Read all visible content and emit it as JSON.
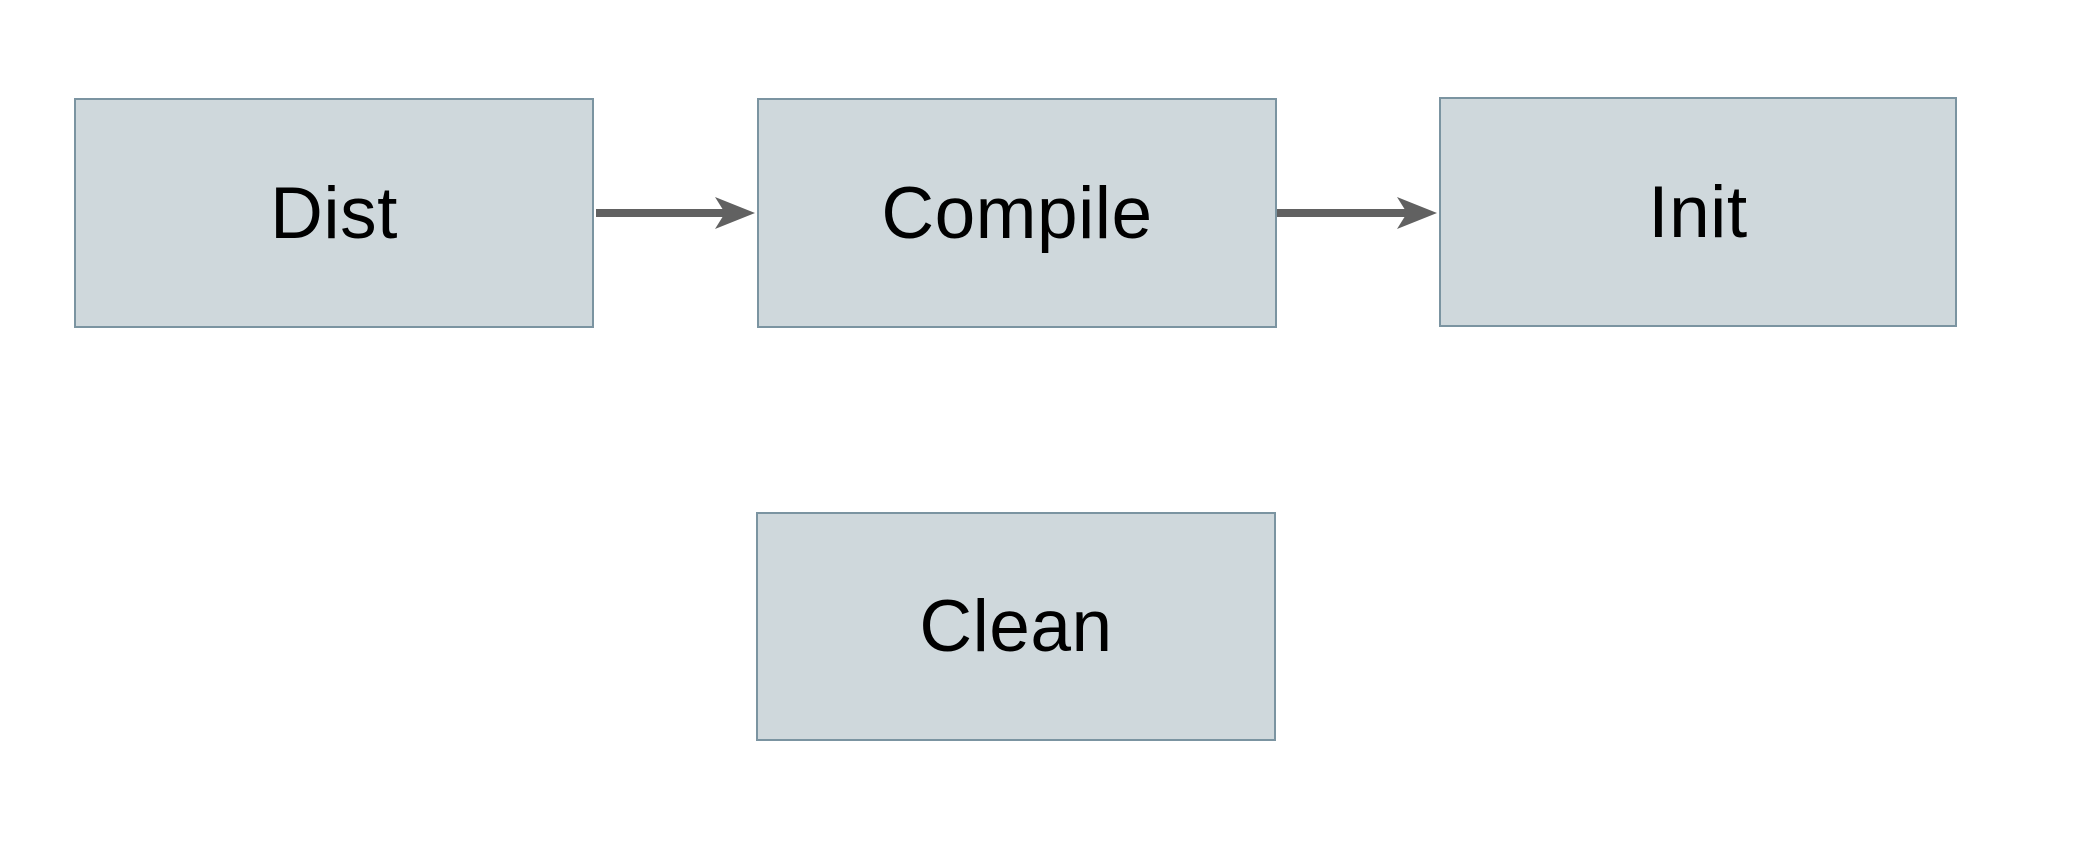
{
  "diagram": {
    "nodes": [
      {
        "id": "dist",
        "label": "Dist"
      },
      {
        "id": "compile",
        "label": "Compile"
      },
      {
        "id": "init",
        "label": "Init"
      },
      {
        "id": "clean",
        "label": "Clean"
      }
    ],
    "edges": [
      {
        "from": "Dist",
        "to": "Compile",
        "style": "solid-arrow"
      },
      {
        "from": "Compile",
        "to": "Init",
        "style": "solid-arrow"
      }
    ],
    "colors": {
      "node_fill": "#cfd8dc",
      "node_border": "#7b94a1",
      "arrow": "#616161",
      "label_text": "#000000",
      "background": "#ffffff"
    }
  }
}
